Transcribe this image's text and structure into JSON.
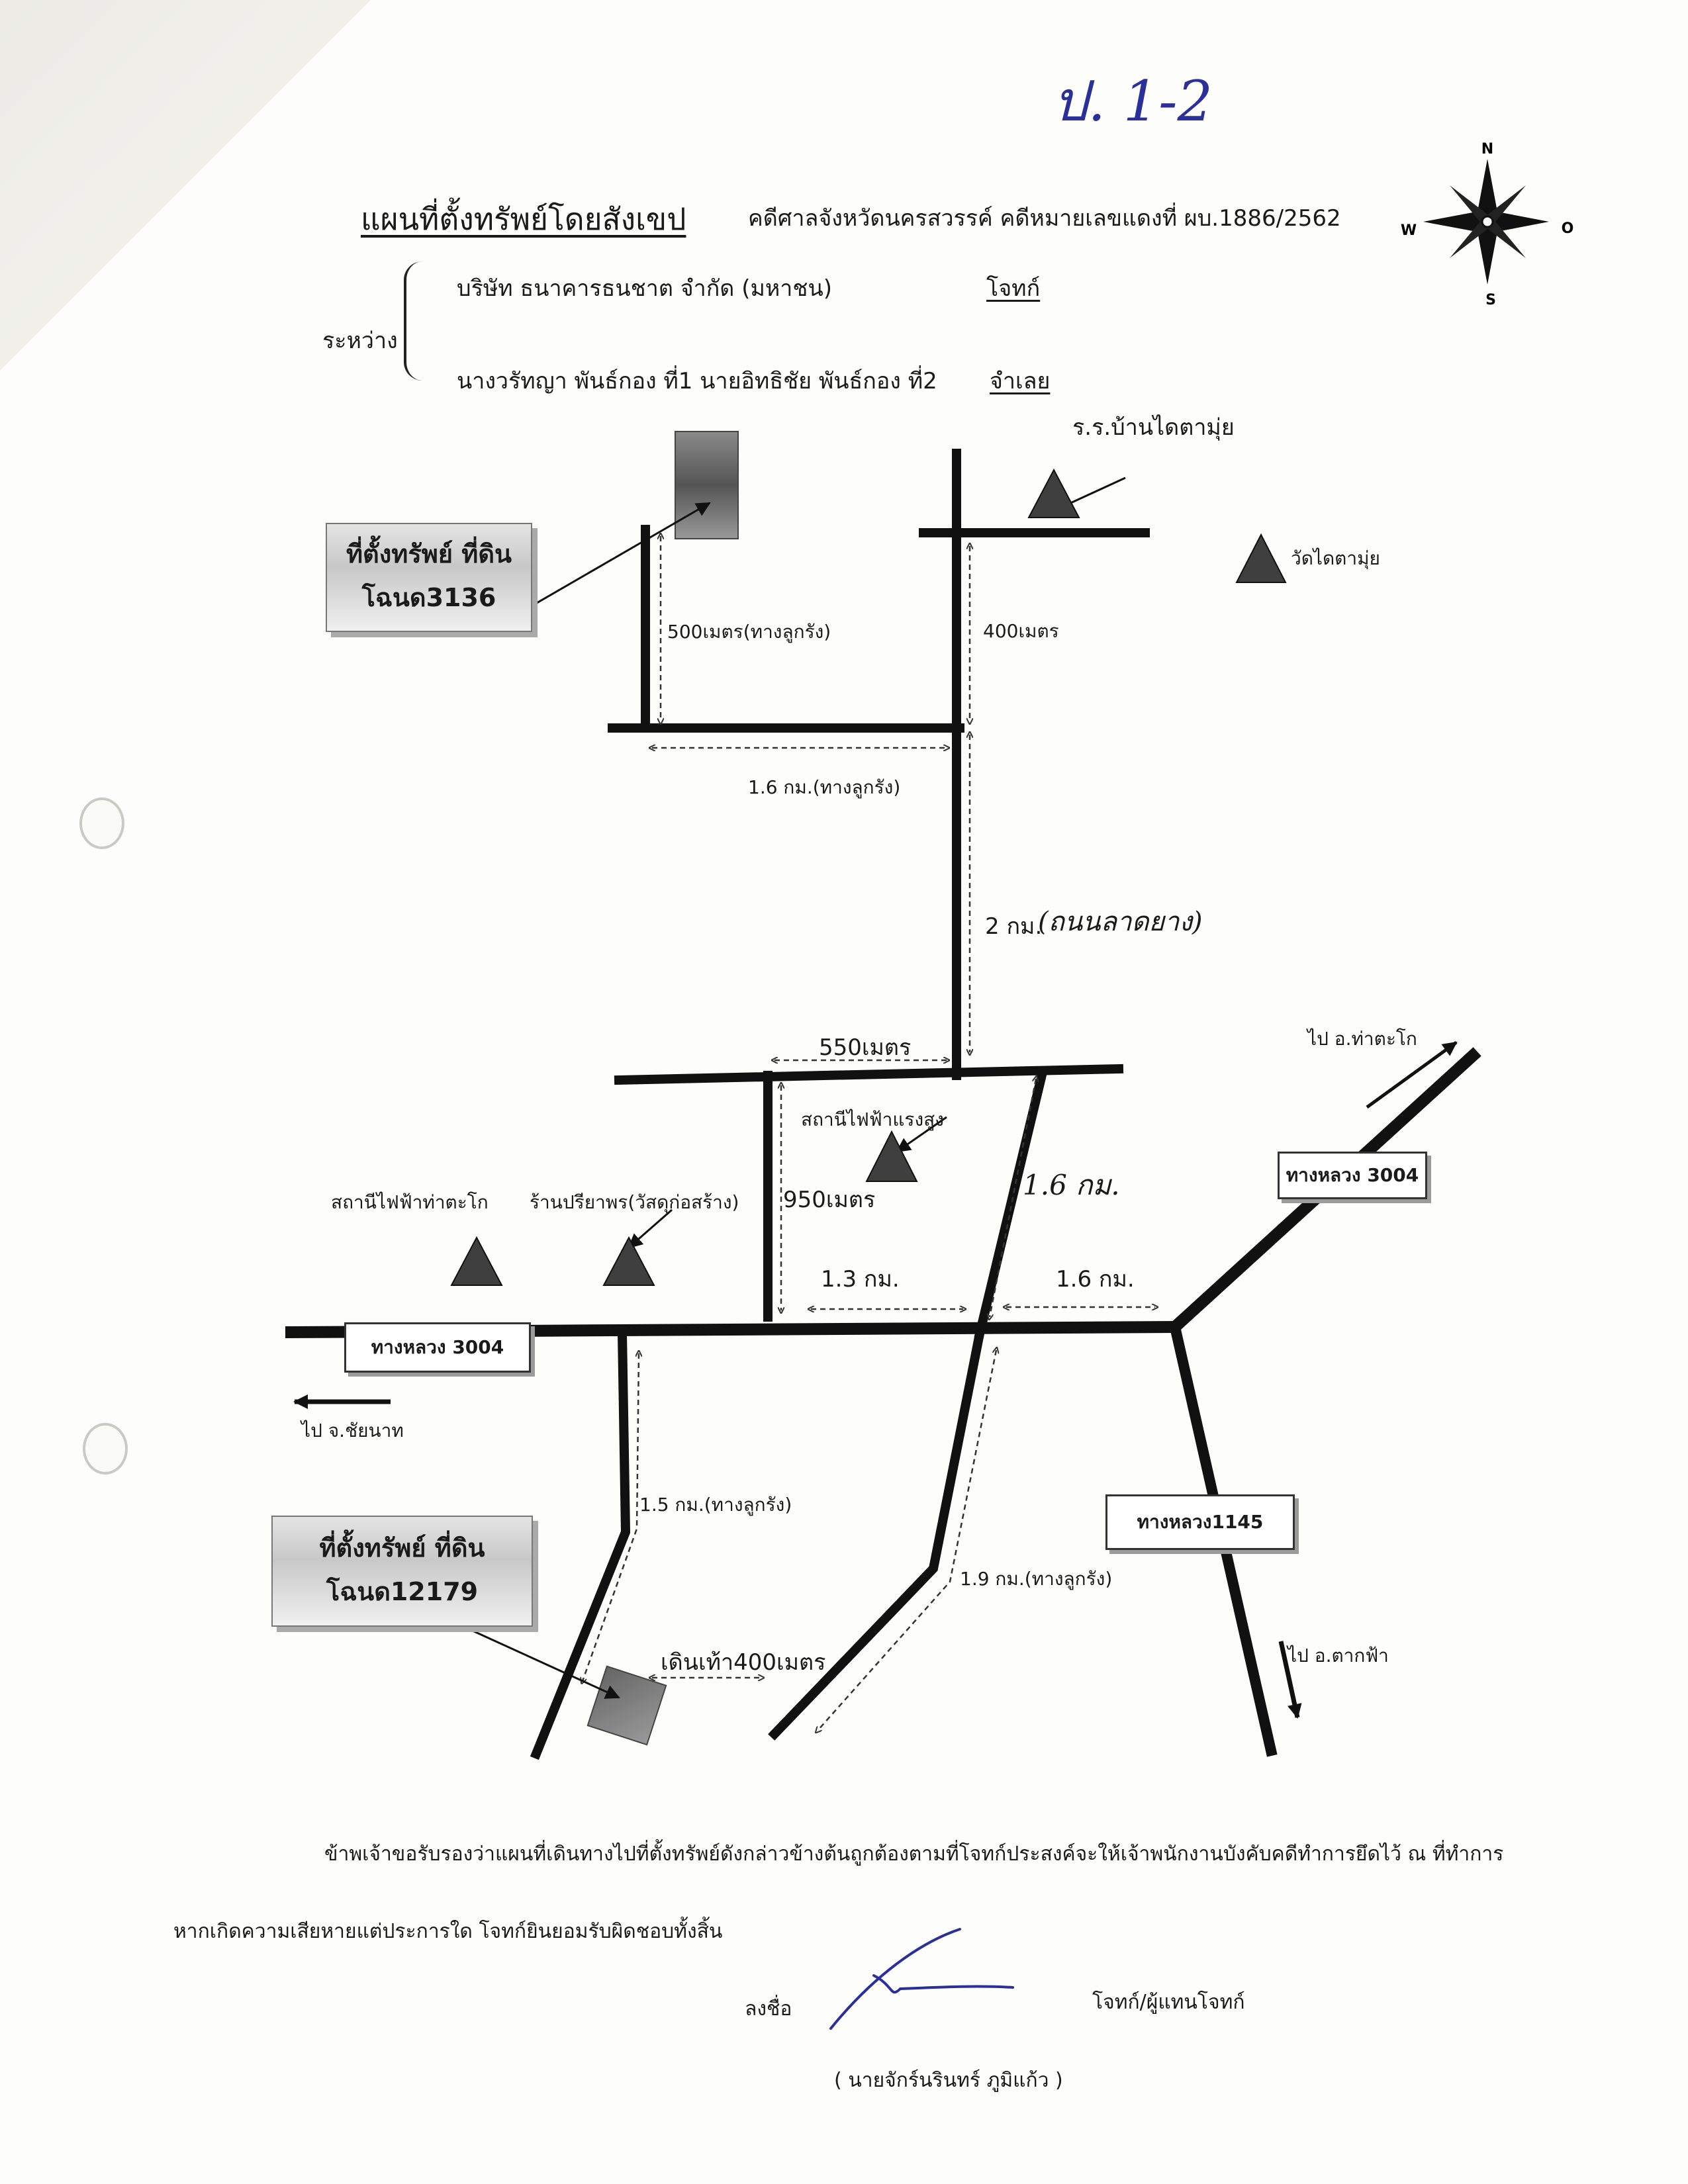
{
  "handwritten_ref": "ป. 1-2",
  "title": "แผนที่ตั้งทรัพย์โดยสังเขป",
  "case_line": "คดีศาลจังหวัดนครสวรรค์ คดีหมายเลขแดงที่ ผบ.1886/2562",
  "between_label": "ระหว่าง",
  "plaintiff": {
    "name": "บริษัท ธนาคารธนชาต จำกัด (มหาชน)",
    "role": "โจทก์"
  },
  "defendant": {
    "name": "นางวรัทญา พันธ์กอง ที่1 นายอิทธิชัย พันธ์กอง ที่2",
    "role": "จำเลย"
  },
  "compass": {
    "n": "N",
    "s": "S",
    "w": "W",
    "e": "O"
  },
  "landmarks": {
    "school": "ร.ร.บ้านไดตามุ่ย",
    "temple": "วัดไดตามุ่ย",
    "hv_station": "สถานีไฟฟ้าแรงสูง",
    "station_thatako": "สถานีไฟฟ้าท่าตะโก",
    "shop": "ร้านปรียาพร(วัสดุก่อสร้าง)"
  },
  "property_1": {
    "line1": "ที่ตั้งทรัพย์ ที่ดิน",
    "line2": "โฉนด3136"
  },
  "property_2": {
    "line1": "ที่ตั้งทรัพย์ ที่ดิน",
    "line2": "โฉนด12179"
  },
  "distances": {
    "d500": "500เมตร(ทางลูกรัง)",
    "d400": "400เมตร",
    "d16a": "1.6 กม.(ทางลูกรัง)",
    "d2": "2 กม.",
    "d2_hand": "(ถนนลาดยาง)",
    "d550": "550เมตร",
    "d950": "950เมตร",
    "d16_hand": "1.6 กม.",
    "d13": "1.3 กม.",
    "d16b": "1.6 กม.",
    "d15": "1.5 กม.(ทางลูกรัง)",
    "d19": "1.9 กม.(ทางลูกรัง)",
    "walk": "เดินเท้า400เมตร"
  },
  "roads": {
    "hw3004_left": "ทางหลวง 3004",
    "hw3004_right": "ทางหลวง 3004",
    "hw1145": "ทางหลวง1145"
  },
  "directions": {
    "chainat": "ไป จ.ชัยนาท",
    "thatako": "ไป อ.ท่าตะโก",
    "takfa": "ไป อ.ตากฟ้า"
  },
  "footer": {
    "line1": "ข้าพเจ้าขอรับรองว่าแผนที่เดินทางไปที่ตั้งทรัพย์ดังกล่าวข้างต้นถูกต้องตามที่โจทก์ประสงค์จะให้เจ้าพนักงานบังคับคดีทำการยึดไว้ ณ ที่ทำการ",
    "line2": "หากเกิดความเสียหายแต่ประการใด โจทก์ยินยอมรับผิดชอบทั้งสิ้น",
    "sign_label": "ลงชื่อ",
    "sign_role": "โจทก์/ผู้แทนโจทก์",
    "signer": "( นายจักร์นรินทร์ ภูมิแก้ว )"
  }
}
